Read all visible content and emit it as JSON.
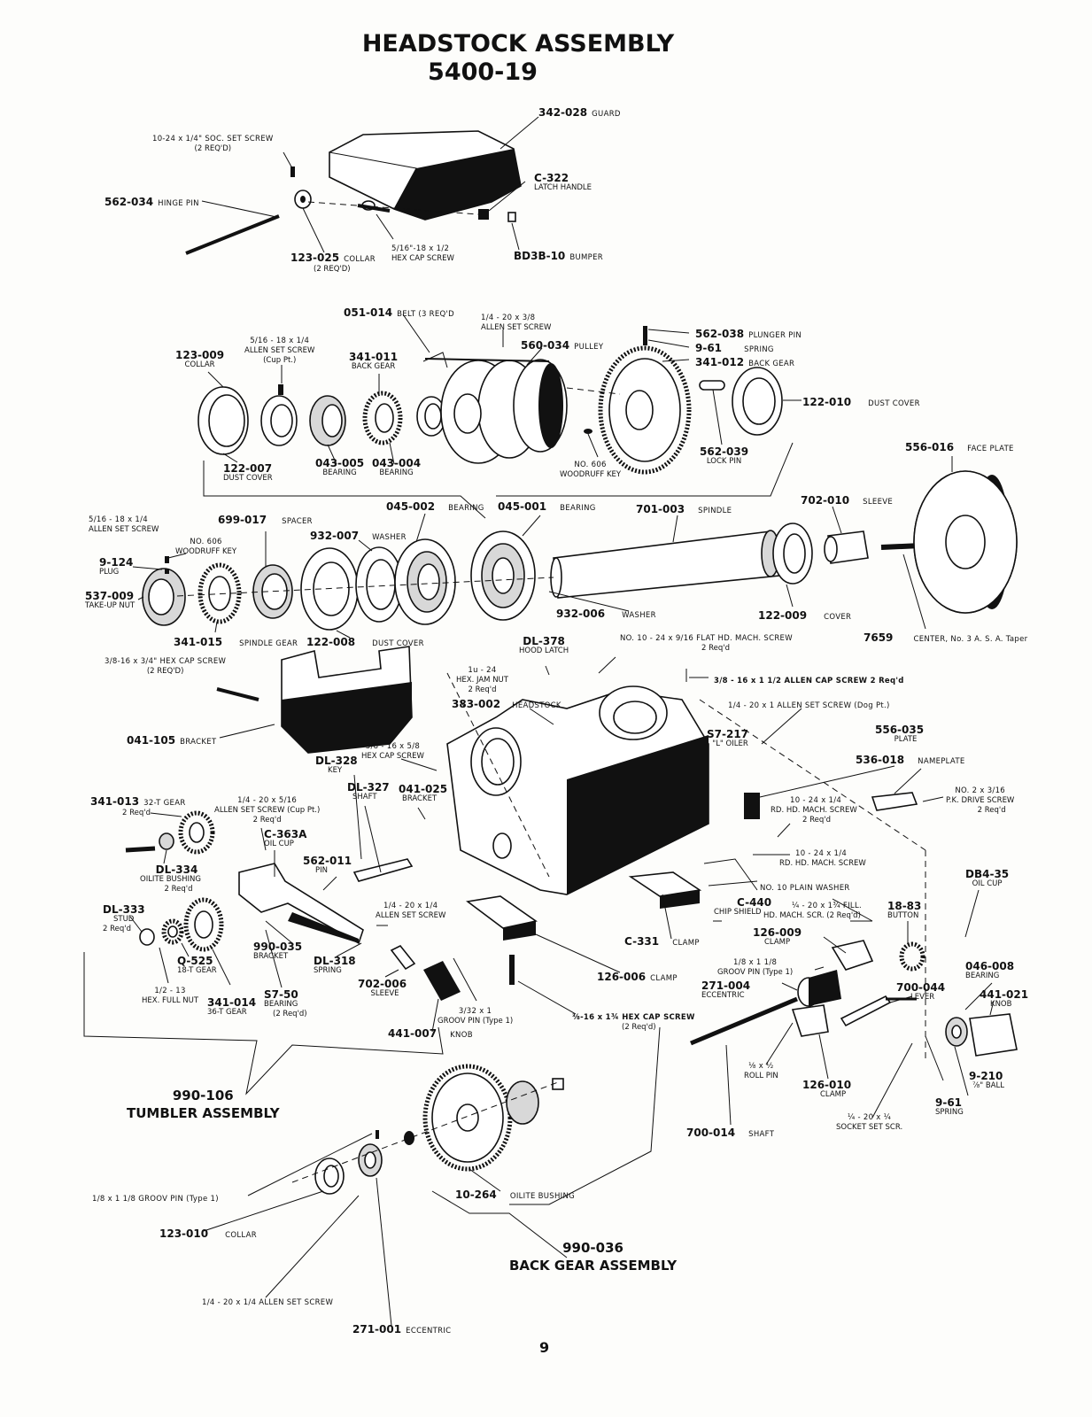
{
  "title": {
    "line1": "HEADSTOCK ASSEMBLY",
    "line2": "5400-19"
  },
  "parts": {
    "guard": {
      "num": "342-028",
      "desc": "GUARD"
    },
    "soc_set_screw": {
      "desc": "10-24 x 1/4\" SOC. SET SCREW",
      "qty": "(2 REQ'D)"
    },
    "latch_handle": {
      "num": "C-322",
      "desc": "LATCH HANDLE"
    },
    "hinge_pin": {
      "num": "562-034",
      "desc": "HINGE PIN"
    },
    "collar_123_025": {
      "num": "123-025",
      "desc": "COLLAR",
      "qty": "(2 REQ'D)"
    },
    "hex_cap_screw_516": {
      "desc": "5/16\"-18 x 1/2",
      "desc2": "HEX CAP SCREW"
    },
    "bumper": {
      "num": "BD3B-10",
      "desc": "BUMPER"
    },
    "belt": {
      "num": "051-014",
      "desc": "BELT (3 REQ'D"
    },
    "allen_set_screw_14_38": {
      "desc": "1/4 - 20 x 3/8",
      "desc2": "ALLEN SET SCREW"
    },
    "pulley": {
      "num": "560-034",
      "desc": "PULLEY"
    },
    "plunger_pin": {
      "num": "562-038",
      "desc": "PLUNGER PIN"
    },
    "spring_9_61_top": {
      "num": "9-61",
      "desc": "SPRING"
    },
    "back_gear_341_012": {
      "num": "341-012",
      "desc": "BACK GEAR"
    },
    "allen_set_screw_516_cup": {
      "desc": "5/16 - 18 x 1/4",
      "desc2": "ALLEN SET SCREW",
      "desc3": "(Cup Pt.)"
    },
    "collar_123_009": {
      "num": "123-009",
      "desc": "COLLAR"
    },
    "back_gear_341_011": {
      "num": "341-011",
      "desc": "BACK GEAR"
    },
    "dust_cover_122_010": {
      "num": "122-010",
      "desc": "DUST COVER"
    },
    "dust_cover_122_007": {
      "num": "122-007",
      "desc": "DUST COVER"
    },
    "bearing_043_005": {
      "num": "043-005",
      "desc": "BEARING"
    },
    "bearing_043_004": {
      "num": "043-004",
      "desc": "BEARING"
    },
    "woodruff_key_top": {
      "desc": "NO. 606",
      "desc2": "WOODRUFF KEY"
    },
    "lock_pin": {
      "num": "562-039",
      "desc": "LOCK PIN"
    },
    "face_plate": {
      "num": "556-016",
      "desc": "FACE PLATE"
    },
    "allen_set_screw_516_left": {
      "desc": "5/16 - 18 x 1/4",
      "desc2": "ALLEN SET SCREW"
    },
    "spacer": {
      "num": "699-017",
      "desc": "SPACER"
    },
    "bearing_045_002": {
      "num": "045-002",
      "desc": "BEARING"
    },
    "bearing_045_001": {
      "num": "045-001",
      "desc": "BEARING"
    },
    "spindle": {
      "num": "701-003",
      "desc": "SPINDLE"
    },
    "sleeve_702_010": {
      "num": "702-010",
      "desc": "SLEEVE"
    },
    "woodruff_key_left": {
      "desc": "NO. 606",
      "desc2": "WOODRUFF KEY"
    },
    "washer_932_007": {
      "num": "932-007",
      "desc": "WASHER"
    },
    "plug": {
      "num": "9-124",
      "desc": "PLUG"
    },
    "take_up_nut": {
      "num": "537-009",
      "desc": "TAKE-UP NUT"
    },
    "washer_932_006": {
      "num": "932-006",
      "desc": "WASHER"
    },
    "cover_122_009": {
      "num": "122-009",
      "desc": "COVER"
    },
    "center": {
      "num": "7659",
      "desc": "CENTER, No. 3 A. S. A. Taper"
    },
    "spindle_gear": {
      "num": "341-015",
      "desc": "SPINDLE GEAR"
    },
    "dust_cover_122_008": {
      "num": "122-008",
      "desc": "DUST COVER"
    },
    "hood_latch": {
      "num": "DL-378",
      "desc": "HOOD LATCH"
    },
    "flat_hd_screw": {
      "desc": "NO. 10 - 24 x 9/16   FLAT HD. MACH. SCREW",
      "qty": "2 Req'd"
    },
    "hex_cap_screw_38_34": {
      "desc": "3/8-16 x 3/4\" HEX CAP SCREW",
      "qty": "(2 REQ'D)"
    },
    "jam_nut": {
      "desc": "1u - 24",
      "desc2": "HEX. JAM NUT",
      "qty": "2 Req'd"
    },
    "allen_cap_screw": {
      "desc": "3/8 - 16 x 1 1/2  ALLEN CAP SCREW  2 Req'd"
    },
    "headstock": {
      "num": "383-002",
      "desc": "HEADSTOCK"
    },
    "allen_set_screw_dog": {
      "desc": "1/4 - 20 x 1    ALLEN SET SCREW (Dog Pt.)"
    },
    "bracket_041_105": {
      "num": "041-105",
      "desc": "BRACKET"
    },
    "hex_cap_screw_38_58": {
      "desc": "3/8 - 16 x 5/8",
      "desc2": "HEX CAP SCREW"
    },
    "l_oiler": {
      "num": "S7-217",
      "desc": "\"L\" OILER"
    },
    "plate": {
      "num": "556-035",
      "desc": "PLATE"
    },
    "nameplate": {
      "num": "536-018",
      "desc": "NAMEPLATE"
    },
    "key_dl_328": {
      "num": "DL-328",
      "desc": "KEY"
    },
    "shaft_dl_327": {
      "num": "DL-327",
      "desc": "SHAFT"
    },
    "bracket_041_025": {
      "num": "041-025",
      "desc": "BRACKET"
    },
    "drive_screw": {
      "desc": "NO. 2 x 3/16",
      "desc2": "P.K. DRIVE SCREW",
      "qty": "2 Req'd"
    },
    "gear_32t": {
      "num": "341-013",
      "desc": "32-T GEAR",
      "qty": "2 Req'd"
    },
    "allen_set_screw_14_516": {
      "desc": "1/4 - 20 x 5/16",
      "desc2": "ALLEN SET SCREW (Cup Pt.)",
      "qty": "2 Req'd"
    },
    "rd_hd_screw_1": {
      "desc": "10 - 24 x 1/4",
      "desc2": "RD. HD. MACH. SCREW",
      "qty": "2 Req'd"
    },
    "oil_cup_c363a": {
      "num": "C-363A",
      "desc": "OIL CUP"
    },
    "pin_562_011": {
      "num": "562-011",
      "desc": "PIN"
    },
    "rd_hd_screw_2": {
      "desc": "10 - 24 x 1/4",
      "desc2": "RD. HD. MACH. SCREW"
    },
    "oilite_bushing_dl334": {
      "num": "DL-334",
      "desc": "OILITE BUSHING",
      "qty": "2 Req'd"
    },
    "plain_washer": {
      "desc": "NO. 10   PLAIN WASHER"
    },
    "oil_cup_db4": {
      "num": "DB4-35",
      "desc": "OIL CUP"
    },
    "stud": {
      "num": "DL-333",
      "desc": "STUD",
      "qty": "2 Req'd"
    },
    "allen_set_screw_14_14": {
      "desc": "1/4 - 20 x 1/4",
      "desc2": "ALLEN SET SCREW"
    },
    "chip_shield": {
      "num": "C-440",
      "desc": "CHIP SHIELD"
    },
    "fill_hd_screw": {
      "desc": "¼ - 20 x 1¾ FILL.",
      "desc2": "HD. MACH. SCR. (2 Req'd)"
    },
    "button": {
      "num": "18-83",
      "desc": "BUTTON"
    },
    "bracket_990_035": {
      "num": "990-035",
      "desc": "BRACKET"
    },
    "clamp_126_009": {
      "num": "126-009",
      "desc": "CLAMP"
    },
    "gear_18t": {
      "num": "Q-525",
      "desc": "18-T GEAR"
    },
    "spring_dl318": {
      "num": "DL-318",
      "desc": "SPRING"
    },
    "clamp_c331": {
      "num": "C-331",
      "desc": "CLAMP"
    },
    "hex_full_nut": {
      "desc": "1/2 - 13",
      "desc2": "HEX. FULL NUT"
    },
    "groov_pin_118_right": {
      "desc": "1/8 x 1 1/8",
      "desc2": "GROOV PIN (Type 1)"
    },
    "bearing_046_008": {
      "num": "046-008",
      "desc": "BEARING"
    },
    "eccentric_271_004": {
      "num": "271-004",
      "desc": "ECCENTRIC"
    },
    "clamp_126_006": {
      "num": "126-006",
      "desc": "CLAMP"
    },
    "lever": {
      "num": "700-044",
      "desc": "LEVER"
    },
    "knob_441_021": {
      "num": "441-021",
      "desc": "KNOB"
    },
    "gear_36t": {
      "num": "341-014",
      "desc": "36-T GEAR"
    },
    "bearing_s7_50": {
      "num": "S7-50",
      "desc": "BEARING",
      "qty": "(2 Req'd)"
    },
    "sleeve_702_006": {
      "num": "702-006",
      "desc": "SLEEVE"
    },
    "groov_pin_332": {
      "desc": "3/32 x 1",
      "desc2": "GROOV PIN (Type 1)"
    },
    "hex_cap_screw_38_134": {
      "desc": "⅜-16 x 1¾ HEX CAP SCREW",
      "qty": "(2 Req'd)"
    },
    "knob_441_007": {
      "num": "441-007",
      "desc": "KNOB"
    },
    "roll_pin": {
      "desc": "⅛ x ½",
      "desc2": "ROLL PIN"
    },
    "clamp_126_010": {
      "num": "126-010",
      "desc": "CLAMP"
    },
    "ball": {
      "num": "9-210",
      "desc": "⅞\" BALL"
    },
    "spring_9_61_bottom": {
      "num": "9-61",
      "desc": "SPRING"
    },
    "socket_set_scr": {
      "desc": "¼ - 20 x ¼",
      "desc2": "SOCKET SET SCR."
    },
    "shaft_700_014": {
      "num": "700-014",
      "desc": "SHAFT"
    },
    "groov_pin_118_left": {
      "desc": "1/8 x 1 1/8   GROOV PIN (Type 1)"
    },
    "oilite_bushing_10_264": {
      "num": "10-264",
      "desc": "OILITE BUSHING"
    },
    "collar_123_010": {
      "num": "123-010",
      "desc": "COLLAR"
    },
    "allen_set_screw_bottom": {
      "desc": "1/4 - 20 x 1/4   ALLEN SET SCREW"
    },
    "eccentric_271_001": {
      "num": "271-001",
      "desc": "ECCENTRIC"
    }
  },
  "assemblies": {
    "tumbler": {
      "num": "990-106",
      "name": "TUMBLER ASSEMBLY"
    },
    "back_gear": {
      "num": "990-036",
      "name": "BACK GEAR ASSEMBLY"
    }
  },
  "page_number": "9"
}
